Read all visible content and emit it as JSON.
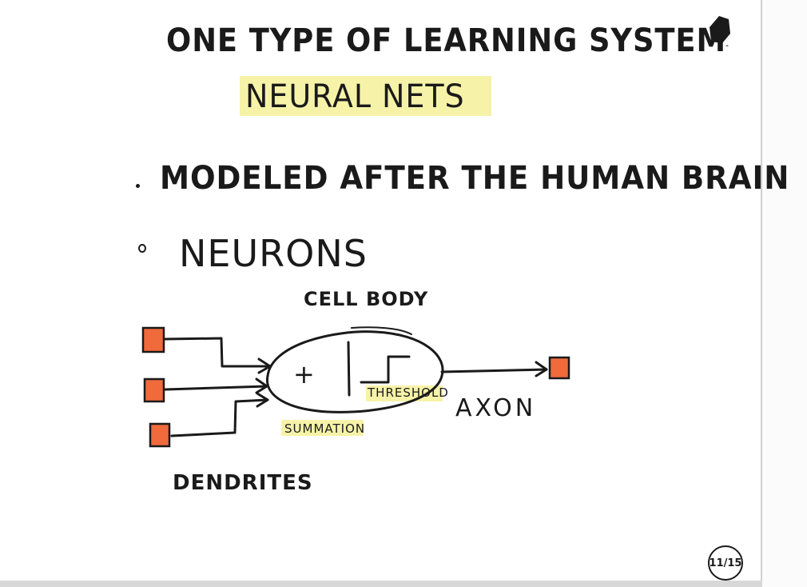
{
  "title": "ONE TYPE OF LEARNING SYSTEM",
  "subtitle": "NEURAL NETS",
  "bullets": [
    "MODELED AFTER THE HUMAN BRAIN",
    "NEURONS"
  ],
  "diagram": {
    "cell_body_label": "CELL BODY",
    "summation_symbol": "+",
    "summation_label": "SUMMATION",
    "threshold_label": "THRESHOLD",
    "axon_label": "AXON",
    "dendrites_label": "DENDRITES"
  },
  "page_number": "11/15",
  "colors": {
    "ink": "#1a1a1a",
    "highlight": "#f6f3a8",
    "node_fill": "#f06a3c"
  }
}
